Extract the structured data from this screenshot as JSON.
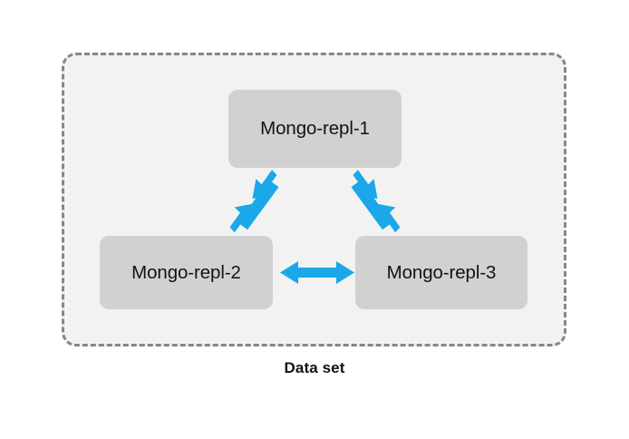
{
  "diagram": {
    "caption": "Data set",
    "container_label": "Data set",
    "nodes": [
      {
        "id": "mongo-repl-1",
        "label": "Mongo-repl-1"
      },
      {
        "id": "mongo-repl-2",
        "label": "Mongo-repl-2"
      },
      {
        "id": "mongo-repl-3",
        "label": "Mongo-repl-3"
      }
    ],
    "connections": [
      {
        "id": "repl-1-repl-2",
        "from": "Mongo-repl-1",
        "to": "Mongo-repl-2",
        "style": "double-headed-arrow",
        "orientation": "diagonal-left"
      },
      {
        "id": "repl-1-repl-3",
        "from": "Mongo-repl-1",
        "to": "Mongo-repl-3",
        "style": "double-headed-arrow",
        "orientation": "diagonal-right"
      },
      {
        "id": "repl-2-repl-3",
        "from": "Mongo-repl-2",
        "to": "Mongo-repl-3",
        "style": "double-headed-arrow",
        "orientation": "horizontal"
      }
    ],
    "colors": {
      "page_background": "#ffffff",
      "container_fill": "#f2f2f3",
      "container_border": "#86868b",
      "node_fill": "#d1d1d1",
      "node_text": "#131313",
      "arrow": "#1ba7e8",
      "caption_text": "#111111"
    }
  }
}
